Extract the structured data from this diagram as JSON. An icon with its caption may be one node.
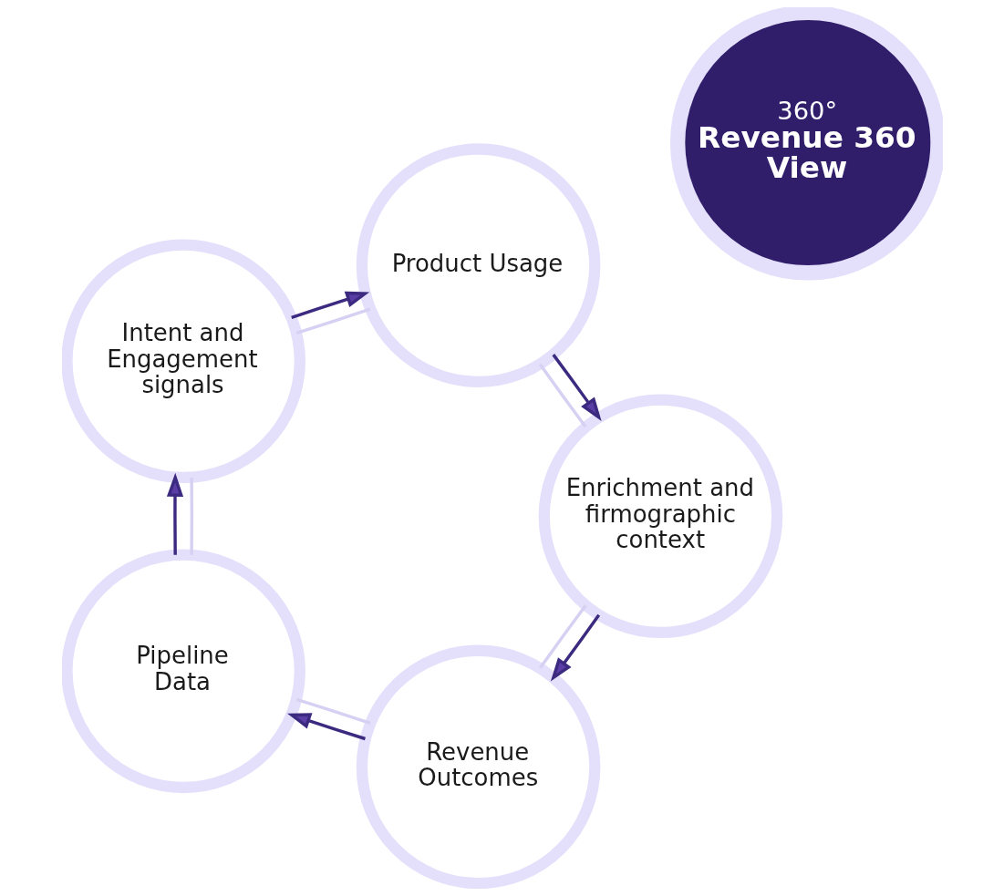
{
  "diagram": {
    "nodes": [
      {
        "text": [
          "360°",
          "Revenue 360 View"
        ]
      },
      {
        "text": [
          "Revenue Outcomes"
        ]
      },
      {
        "text": [
          "Pipeline Data"
        ]
      },
      {
        "text": [
          "Intent and Engagement signals"
        ]
      },
      {
        "text": [
          "Product Usage"
        ]
      },
      {
        "text": [
          "Enrichment and firmographic context"
        ]
      }
    ],
    "edges": [
      {
        "from": 1,
        "to": 2,
        "arrow": "to"
      },
      {
        "from": 2,
        "to": 3,
        "arrow": "to"
      },
      {
        "from": 3,
        "to": 4,
        "arrow": "to"
      },
      {
        "from": 4,
        "to": 5,
        "arrow": "to"
      },
      {
        "from": 5,
        "to": 1,
        "arrow": "to"
      },
      {
        "from": 1,
        "to": 2,
        "arrow": "none",
        "color": "#d6d0f3"
      },
      {
        "from": 2,
        "to": 3,
        "arrow": "none",
        "color": "#d6d0f3"
      },
      {
        "from": 3,
        "to": 4,
        "arrow": "none",
        "color": "#d6d0f3"
      },
      {
        "from": 4,
        "to": 5,
        "arrow": "none",
        "color": "#d6d0f3"
      },
      {
        "from": 5,
        "to": 1,
        "arrow": "none",
        "color": "#d6d0f3"
      }
    ]
  }
}
